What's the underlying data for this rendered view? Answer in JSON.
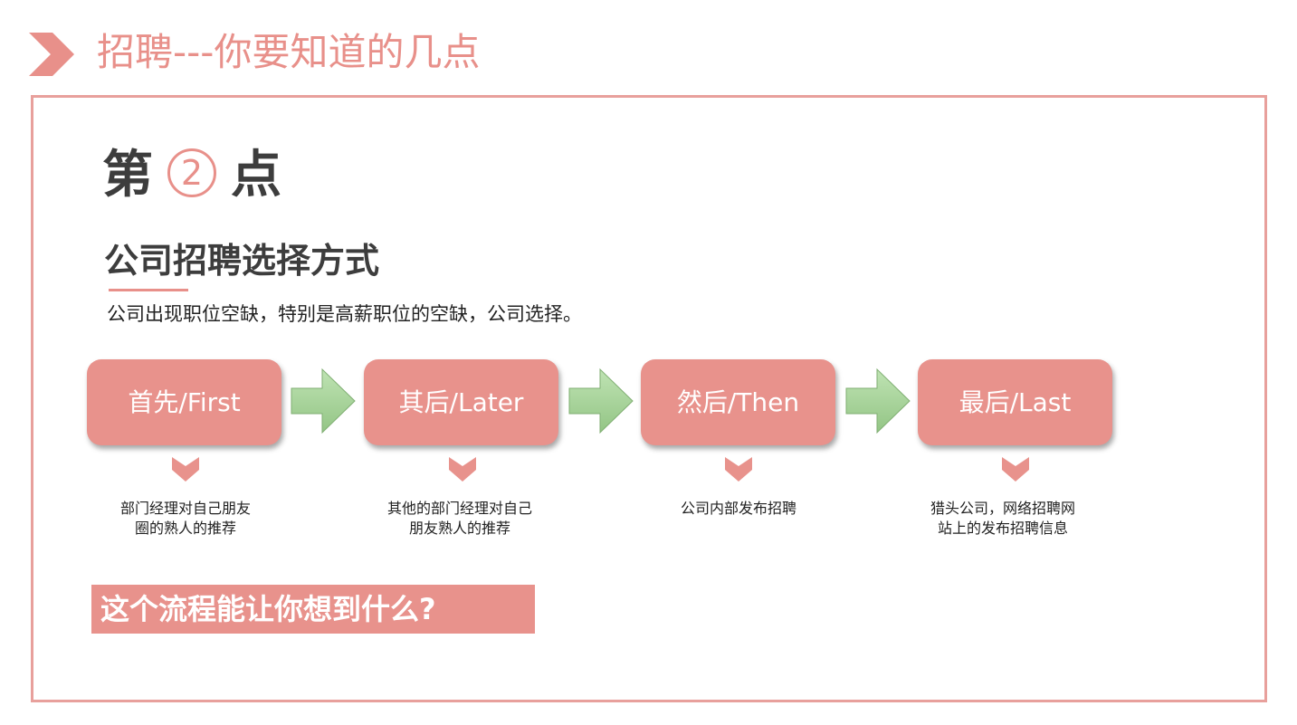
{
  "colors": {
    "accent": "#e8908a",
    "box_fill": "#e8928c",
    "frame_border": "#e8a09c",
    "arrow_green": "#a7d49a",
    "heading_text": "#3d3d3d"
  },
  "header": {
    "title": "招聘---你要知道的几点",
    "icon": "chevron-right-icon"
  },
  "point": {
    "prefix": "第",
    "number": "2",
    "suffix": "点"
  },
  "section": {
    "heading": "公司招聘选择方式",
    "intro": "公司出现职位空缺，特别是高薪职位的空缺，公司选择。"
  },
  "flow": {
    "steps": [
      {
        "label": "首先/First",
        "desc_line1": "部门经理对自己朋友",
        "desc_line2": "圈的熟人的推荐"
      },
      {
        "label": "其后/Later",
        "desc_line1": "其他的部门经理对自己",
        "desc_line2": "朋友熟人的推荐"
      },
      {
        "label": "然后/Then",
        "desc_line1": "公司内部发布招聘",
        "desc_line2": ""
      },
      {
        "label": "最后/Last",
        "desc_line1": "猎头公司，网络招聘网",
        "desc_line2": "站上的发布招聘信息"
      }
    ]
  },
  "question": {
    "text": "这个流程能让你想到什么?"
  }
}
